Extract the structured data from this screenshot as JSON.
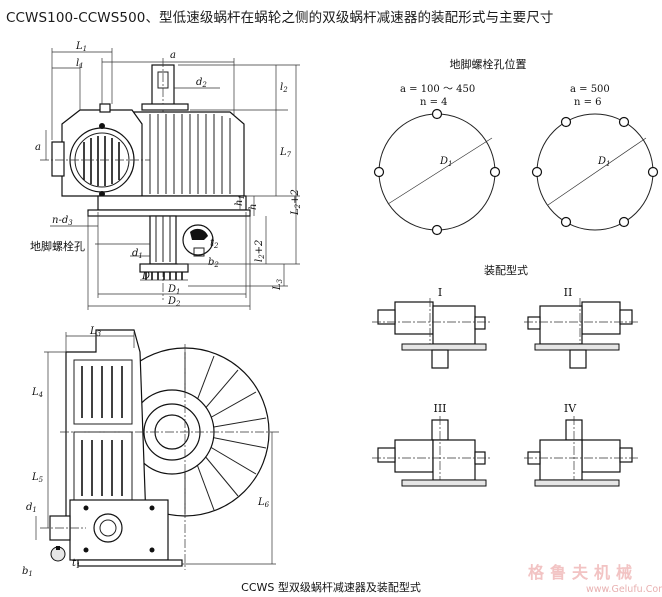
{
  "title": "CCWS100-CCWS500、型低速级蜗杆在蜗轮之侧的双级蜗杆减速器的装配形式与主要尺寸",
  "caption": "CCWS 型双级蜗杆减速器及装配型式",
  "front_view": {
    "labels": {
      "L1": "L",
      "L1_sub": "1",
      "l1": "l",
      "l1_sub": "1",
      "a": "a",
      "d2": "d",
      "d2_sub": "2",
      "nd3": "n-d",
      "nd3_sub": "3",
      "anchor_hole": "地脚螺栓孔",
      "d1": "d",
      "d1_sub": "1",
      "b2": "b",
      "b2_sub": "2",
      "t2": "t",
      "t2_sub": "2",
      "D": "D",
      "D1": "D",
      "D1_sub": "1",
      "D2": "D",
      "D2_sub": "2",
      "a_vert": "a",
      "l2": "l",
      "l2_sub": "2",
      "L7": "L",
      "L7_sub": "7",
      "L2p2": "L",
      "L2p2_sub": "2",
      "L2p2_tail": "+2",
      "l2p2": "l",
      "l2p2_sub": "2",
      "l2p2_tail": "+2",
      "L3r": "L",
      "L3r_sub": "3",
      "h": "h",
      "h1": "h",
      "h1_sub": "1"
    }
  },
  "side_view": {
    "labels": {
      "L3": "L",
      "L3_sub": "3",
      "L4": "L",
      "L4_sub": "4",
      "L5": "L",
      "L5_sub": "5",
      "L6": "L",
      "L6_sub": "6",
      "d1": "d",
      "d1_sub": "1",
      "b1": "b",
      "b1_sub": "1",
      "t1": "t",
      "t1_sub": "1"
    }
  },
  "bolt_hole_positions": {
    "heading": "地脚螺栓孔位置",
    "left": {
      "a_range": "a = 100 ～ 450",
      "n": "n = 4",
      "holes": 4,
      "diameter_label": "D",
      "diameter_sub": "1"
    },
    "right": {
      "a_value": "a = 500",
      "n": "n = 6",
      "holes": 6,
      "diameter_label": "D",
      "diameter_sub": "1"
    }
  },
  "assembly_types": {
    "heading": "装配型式",
    "types": [
      "I",
      "II",
      "III",
      "IV"
    ]
  },
  "watermark": {
    "cn": "格鲁夫机械",
    "url": "www.Gelufu.Com"
  }
}
